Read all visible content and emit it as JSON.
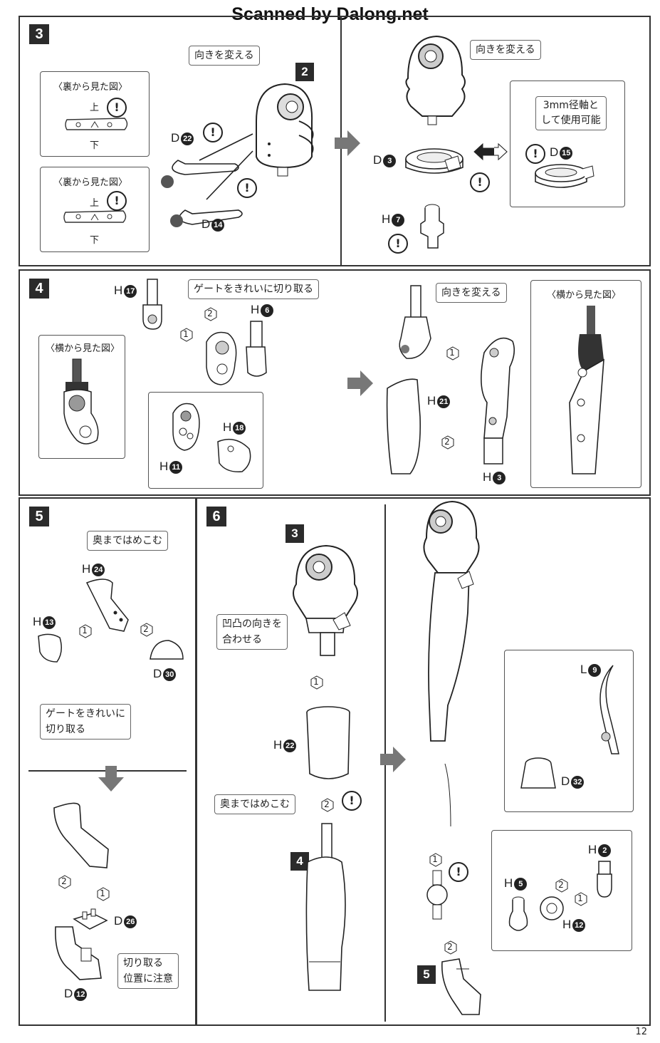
{
  "watermark": "Scanned by Dalong.net",
  "page_number": "12",
  "steps": {
    "s3": {
      "number": "3",
      "view_back_1": "〈裏から見た図〉",
      "view_back_2": "〈裏から見た図〉",
      "up_1": "上",
      "down_1": "下",
      "up_2": "上",
      "down_2": "下",
      "change_dir_left": "向きを変える",
      "change_dir_right": "向きを変える",
      "ref_badge": "2",
      "parts": {
        "d22": {
          "letter": "D",
          "num": "22"
        },
        "d14": {
          "letter": "D",
          "num": "14"
        },
        "d3": {
          "letter": "D",
          "num": "3"
        },
        "d15": {
          "letter": "D",
          "num": "15"
        },
        "h7": {
          "letter": "H",
          "num": "7"
        }
      },
      "note_3mm_line1": "3mm径軸と",
      "note_3mm_line2": "して使用可能"
    },
    "s4": {
      "number": "4",
      "gate_note": "ゲートをきれいに切り取る",
      "side_view_left": "〈横から見た図〉",
      "side_view_right": "〈横から見た図〉",
      "change_dir": "向きを変える",
      "parts": {
        "h17": {
          "letter": "H",
          "num": "17"
        },
        "h6": {
          "letter": "H",
          "num": "6"
        },
        "h18": {
          "letter": "H",
          "num": "18"
        },
        "h11": {
          "letter": "H",
          "num": "11"
        },
        "h21": {
          "letter": "H",
          "num": "21"
        },
        "h3": {
          "letter": "H",
          "num": "3"
        }
      }
    },
    "s5": {
      "number": "5",
      "push_in": "奥まではめこむ",
      "gate_line1": "ゲートをきれいに",
      "gate_line2": "切り取る",
      "cut_line1": "切り取る",
      "cut_line2": "位置に注意",
      "parts": {
        "h24": {
          "letter": "H",
          "num": "24"
        },
        "h13": {
          "letter": "H",
          "num": "13"
        },
        "d30": {
          "letter": "D",
          "num": "30"
        },
        "d26": {
          "letter": "D",
          "num": "26"
        },
        "d12": {
          "letter": "D",
          "num": "12"
        }
      }
    },
    "s6": {
      "number": "6",
      "align_line1": "凹凸の向きを",
      "align_line2": "合わせる",
      "push_in": "奥まではめこむ",
      "ref_3": "3",
      "ref_4": "4",
      "ref_5": "5",
      "parts": {
        "h22": {
          "letter": "H",
          "num": "22"
        },
        "l9": {
          "letter": "L",
          "num": "9"
        },
        "d32": {
          "letter": "D",
          "num": "32"
        },
        "h2": {
          "letter": "H",
          "num": "2"
        },
        "h5": {
          "letter": "H",
          "num": "5"
        },
        "h12": {
          "letter": "H",
          "num": "12"
        }
      }
    }
  },
  "warning_symbol": "!",
  "order_marks": {
    "one": "1",
    "two": "2"
  }
}
